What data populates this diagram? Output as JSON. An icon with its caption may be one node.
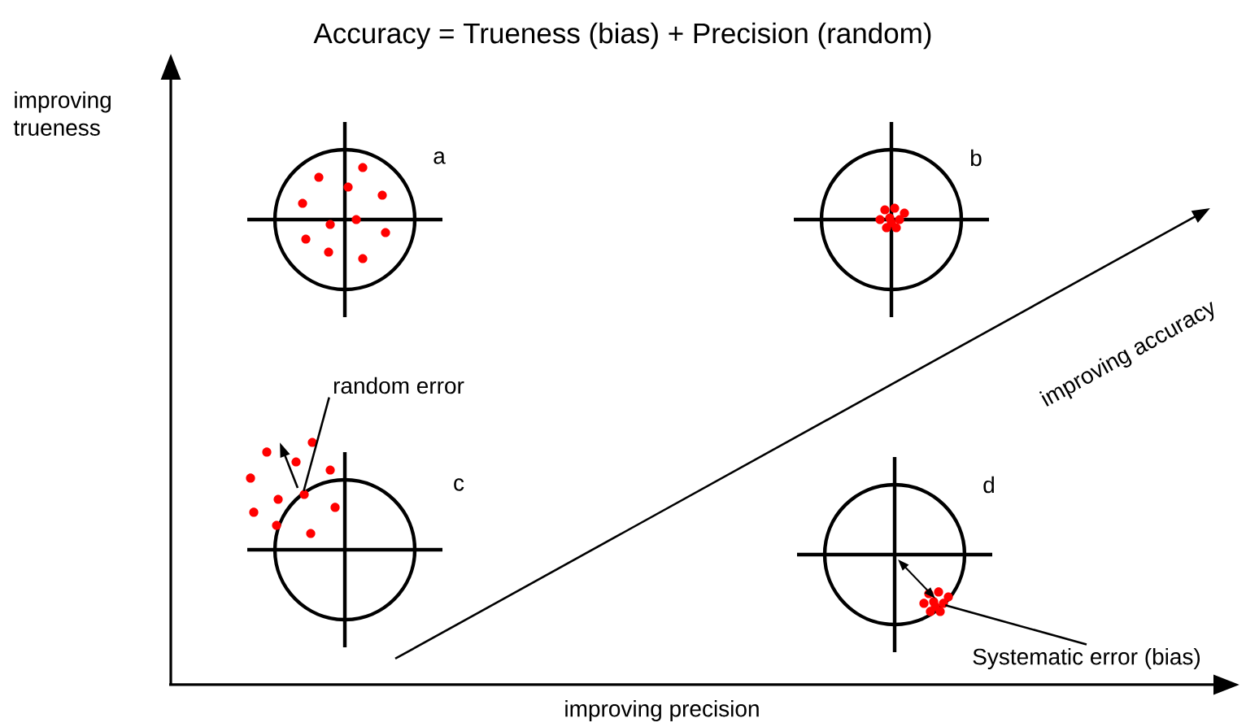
{
  "diagram": {
    "title": "Accuracy = Trueness (bias) + Precision (random)",
    "nodes": [
      {
        "text": [],
        "shape": "circle",
        "beside": [
          "a"
        ]
      },
      {
        "text": [],
        "shape": "circle",
        "beside": [
          "b"
        ]
      },
      {
        "text": [],
        "shape": "circle",
        "beside": [
          "c"
        ]
      },
      {
        "text": [],
        "shape": "circle",
        "beside": [
          "d"
        ]
      },
      {
        "text": [
          "random error"
        ]
      },
      {
        "text": [
          "Systematic error (bias)"
        ]
      }
    ],
    "edges": [
      {
        "from": 4,
        "to": 2,
        "arrow": "none"
      },
      {
        "from": 5,
        "to": 3,
        "arrow": "none"
      }
    ],
    "labels": [
      "improving trueness",
      "improving accuracy",
      "improving precision"
    ]
  }
}
